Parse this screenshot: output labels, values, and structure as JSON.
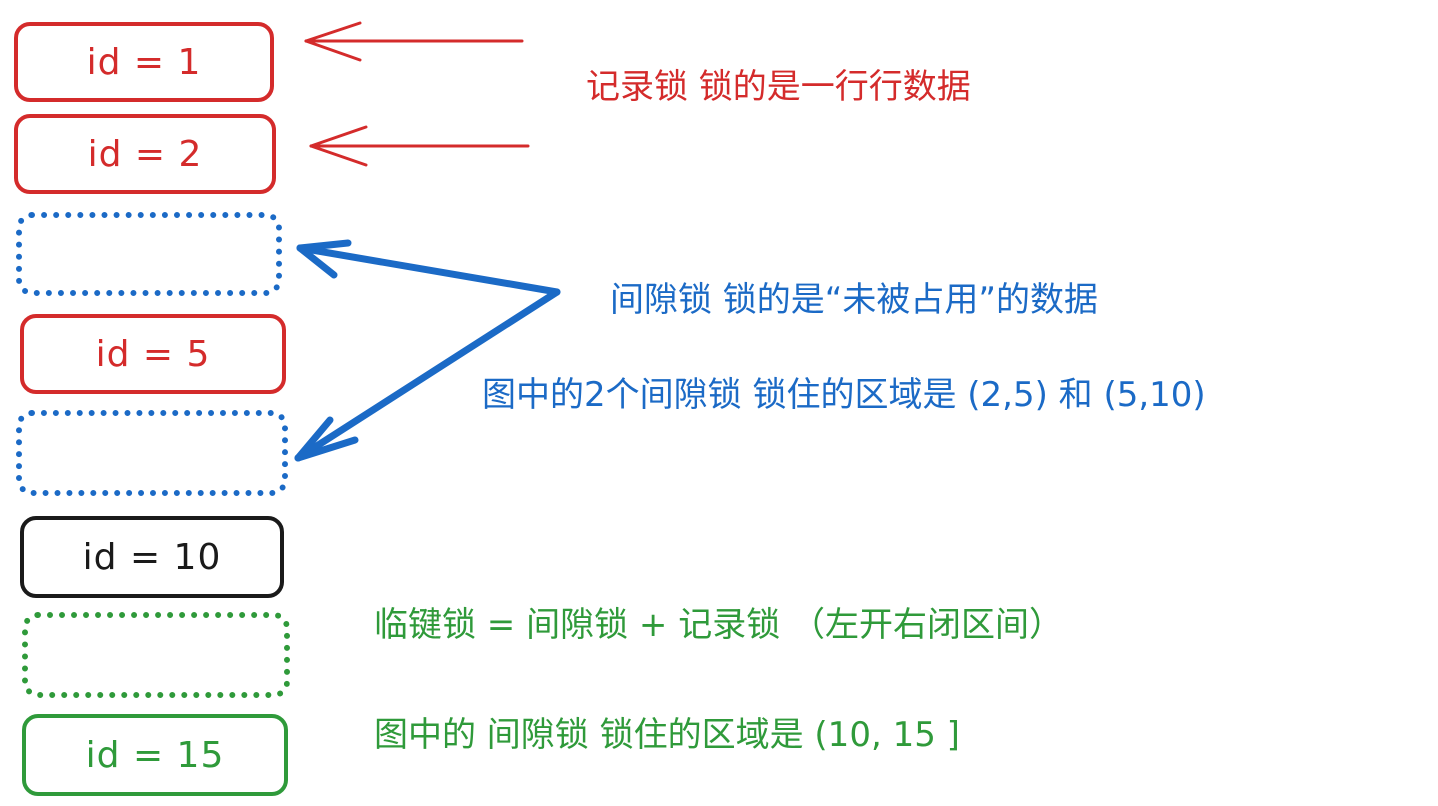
{
  "colors": {
    "record": "#d42b2b",
    "gap": "#1b6ac6",
    "boundary": "#1a1a1a",
    "next_key": "#2f9a3a"
  },
  "rows": [
    {
      "label": "id = 1"
    },
    {
      "label": "id = 2"
    },
    {
      "label": ""
    },
    {
      "label": "id = 5"
    },
    {
      "label": ""
    },
    {
      "label": "id = 10"
    },
    {
      "label": ""
    },
    {
      "label": "id = 15"
    }
  ],
  "notes": {
    "record_lock": "记录锁 锁的是一行行数据",
    "gap_lock": "间隙锁 锁的是“未被占用”的数据",
    "gap_range": "图中的2个间隙锁 锁住的区域是 (2,5) 和 (5,10)",
    "next_key_lock": "临键锁 = 间隙锁 + 记录锁 （左开右闭区间）",
    "next_key_range": "图中的 间隙锁 锁住的区域是 (10, 15 ]"
  }
}
